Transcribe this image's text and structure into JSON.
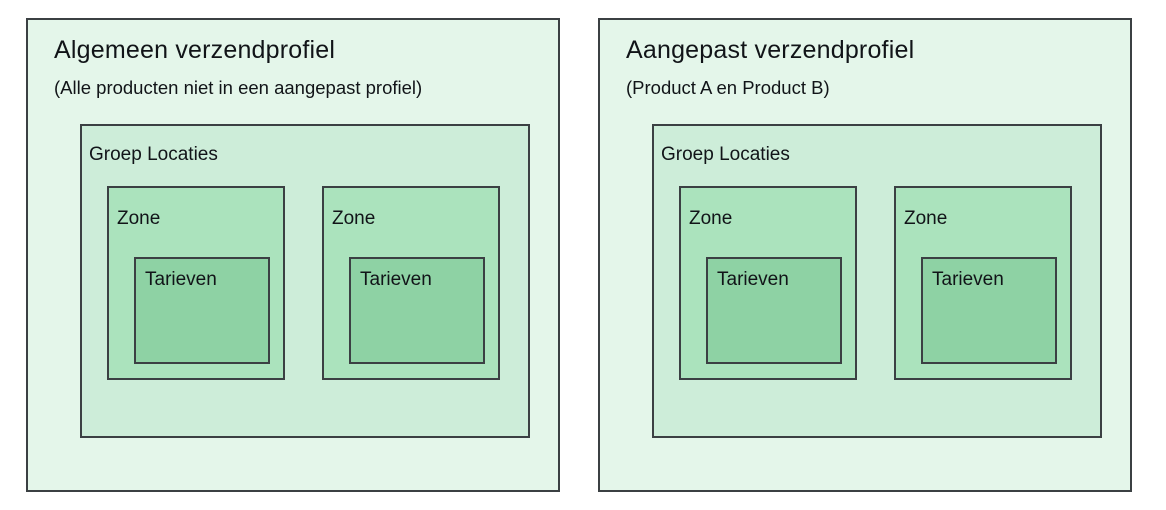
{
  "diagram": {
    "colors": {
      "panel_fill": "#e4f6ea",
      "group_fill": "#cdedd9",
      "zone_fill": "#abe3bd",
      "rates_fill": "#8ed2a4",
      "line": "#3b4043",
      "text": "#111418"
    },
    "profiles": [
      {
        "title": "Algemeen verzendprofiel",
        "subtitle": "(Alle producten niet in een aangepast profiel)",
        "group_label": "Groep Locaties",
        "zones": [
          {
            "label": "Zone",
            "rates_label": "Tarieven"
          },
          {
            "label": "Zone",
            "rates_label": "Tarieven"
          }
        ]
      },
      {
        "title": "Aangepast verzendprofiel",
        "subtitle": "(Product A en Product B)",
        "group_label": "Groep Locaties",
        "zones": [
          {
            "label": "Zone",
            "rates_label": "Tarieven"
          },
          {
            "label": "Zone",
            "rates_label": "Tarieven"
          }
        ]
      }
    ]
  }
}
